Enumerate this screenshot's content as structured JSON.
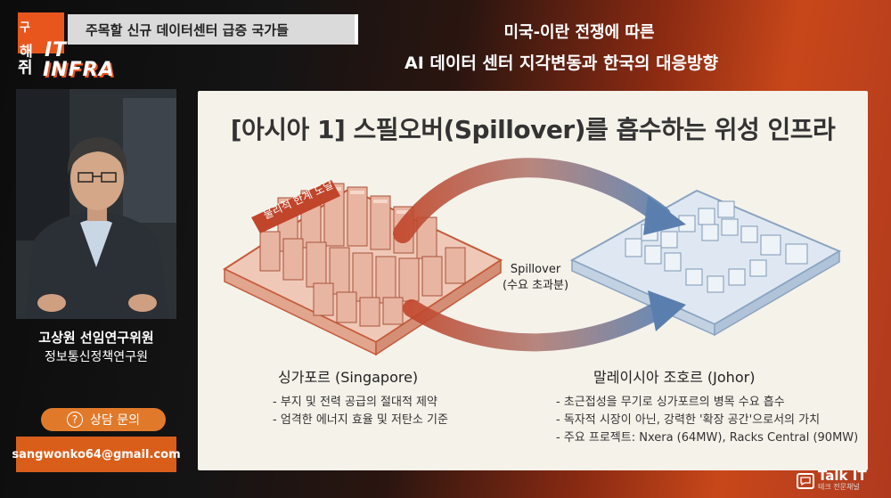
{
  "program": {
    "logo_top": "구",
    "logo_mid": "해",
    "logo_it": "IT",
    "logo_ai": "쥐",
    "logo_infra": "INFRA"
  },
  "header": {
    "topic": "주목할 신규 데이터센터 급증 국가들",
    "headline_line1": "미국-이란 전쟁에 따른",
    "headline_line2": "AI 데이터 센터 지각변동과 한국의 대응방향"
  },
  "guest": {
    "name": "고상원 선임연구위원",
    "organization": "정보통신정책연구원"
  },
  "contact": {
    "consult_label": "상담 문의",
    "help_icon_glyph": "?",
    "email": "sangwonko64@gmail.com"
  },
  "slide": {
    "title": "[아시아 1] 스필오버(Spillover)를 흡수하는 위성 인프라",
    "left_banner": "물리적 한계 도달",
    "spillover_line1": "Spillover",
    "spillover_line2": "(수요 초과분)",
    "left_label": "싱가포르 (Singapore)",
    "right_label": "말레이시아 조호르 (Johor)",
    "left_bullets": [
      "- 부지 및 전력 공급의 절대적 제약",
      "- 엄격한 에너지 효율 및 저탄소 기준"
    ],
    "right_bullets": [
      "- 초근접성을 무기로 싱가포르의 병목 수요 흡수",
      "- 독자적 시장이 아닌, 강력한 '확장 공간'으로서의 가치",
      "- 주요 프로젝트: Nxera (64MW), Racks Central (90MW)"
    ]
  },
  "brand": {
    "name": "Talk IT",
    "subtitle": "테크 전문채널"
  },
  "colors": {
    "accent_orange": "#e8561e",
    "arrow_red": "#c0452a",
    "arrow_blue": "#5a7fae",
    "slide_bg": "#f5f2ea"
  }
}
